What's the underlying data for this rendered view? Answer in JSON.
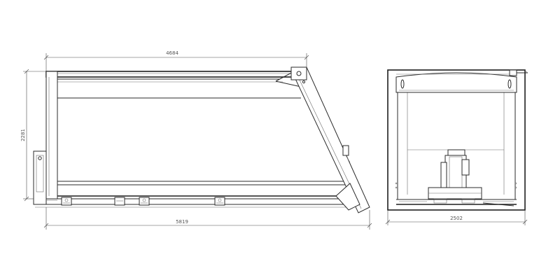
{
  "dimensions": {
    "side_top_length": "4684",
    "side_overall_length": "5819",
    "side_height": "2281",
    "rear_width": "2502"
  }
}
